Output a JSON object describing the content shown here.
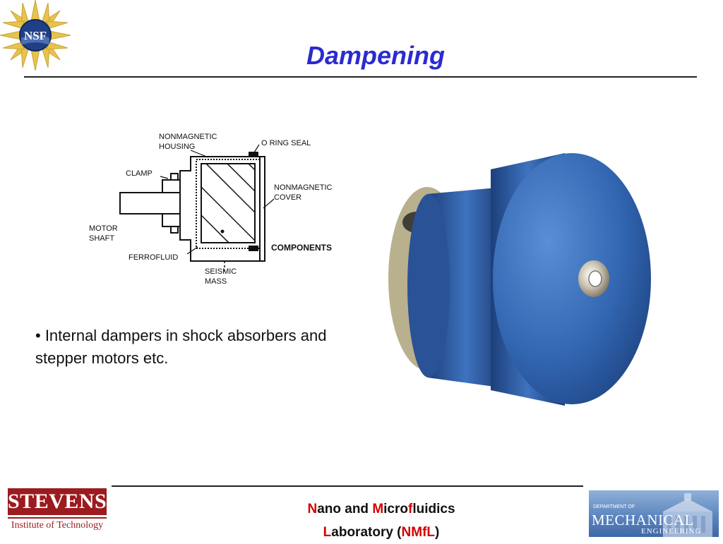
{
  "slide": {
    "title": "Dampening",
    "bullet": "• Internal dampers in shock absorbers and stepper motors etc."
  },
  "diagram": {
    "labels": {
      "housing_1": "NONMAGNETIC",
      "housing_2": "HOUSING",
      "oring": "O RING SEAL",
      "clamp": "CLAMP",
      "cover_1": "NONMAGNETIC",
      "cover_2": "COVER",
      "shaft_1": "MOTOR",
      "shaft_2": "SHAFT",
      "components": "COMPONENTS",
      "ferrofluid": "FERROFLUID",
      "mass_1": "SEISMIC",
      "mass_2": "MASS"
    }
  },
  "footer": {
    "line1": {
      "n": "N",
      "ano": "ano and ",
      "m": "M",
      "icro": "icro",
      "f": "f",
      "luidics": "luidics"
    },
    "line2": {
      "l": "L",
      "aboratory": "aboratory (",
      "nmfl": "NMfL",
      "close": ")"
    },
    "stevens_name": "STEVENS",
    "stevens_sub": "Institute of Technology",
    "dept_small": "DEPARTMENT OF",
    "dept_big": "MECHANICAL",
    "dept_sub": "ENGINEERING"
  },
  "logos": {
    "nsf": "NSF"
  },
  "colors": {
    "title": "#2b2bd0",
    "accent_red": "#d40000",
    "stevens_red": "#9b1b1e",
    "damper_blue": "#2f5ea8"
  }
}
